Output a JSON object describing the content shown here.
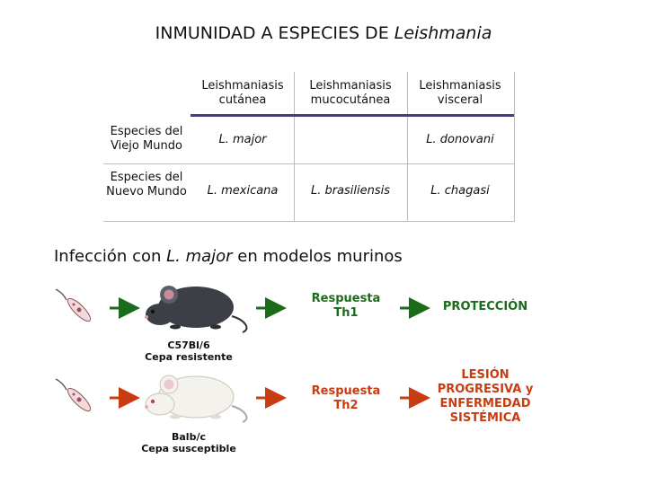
{
  "title": {
    "prefix": "INMUNIDAD A ESPECIES DE ",
    "italic": "Leishmania"
  },
  "table": {
    "columns": [
      "Leishmaniasis cutánea",
      "Leishmaniasis mucocutánea",
      "Leishmaniasis visceral"
    ],
    "rows": [
      {
        "label": "Especies del Viejo Mundo",
        "cells": [
          "L. major",
          "",
          "L. donovani"
        ]
      },
      {
        "label": "Especies del Nuevo Mundo",
        "cells": [
          "L. mexicana",
          "L. brasiliensis",
          "L. chagasi"
        ]
      }
    ]
  },
  "subtitle": {
    "prefix": "Infección con ",
    "italic": "L. major",
    "suffix": " en modelos murinos"
  },
  "models": [
    {
      "strain_name": "C57Bl/6",
      "strain_type": "Cepa resistente",
      "response": "Respuesta Th1",
      "outcome": "PROTECCIÓN",
      "color": "#1a6b1a",
      "mouse_icon": "dark-mouse-icon"
    },
    {
      "strain_name": "Balb/c",
      "strain_type": "Cepa susceptible",
      "response": "Respuesta Th2",
      "outcome": "LESIÓN PROGRESIVA y ENFERMEDAD SISTÉMICA",
      "color": "#c93c12",
      "mouse_icon": "white-mouse-icon"
    }
  ],
  "icons": {
    "parasite": "leishmania-promastigote-icon",
    "arrow": "right-arrow-icon"
  }
}
